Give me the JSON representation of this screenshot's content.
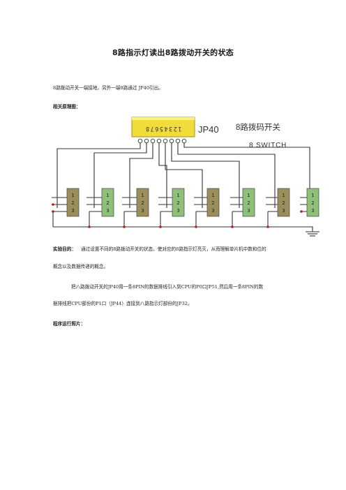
{
  "document": {
    "title": "8路指示灯读出8路拨动开关的状态",
    "intro": "8路拨动开关一端接地，另外一端8路通过 JP40引出。",
    "schematic_heading": "相关原理图：",
    "schematic": {
      "connector_label": "JP40",
      "connector_pins": "12345678",
      "switch_title": "8路拨码开关",
      "switch_subtitle": "8 SWITCH",
      "switch_pin_labels": [
        "1",
        "2",
        "3"
      ]
    },
    "purpose_label": "实验目的：",
    "purpose_text_line1": "通过设置不同的8路拨动开关的状态，使对应的8路指示灯亮灭，从而理解单片机中数和位的",
    "purpose_text_line2": "概念以及数据传递的概念。",
    "wiring_line1": "把八路拨动开关的JP40用一条8PIN的数据排线引入到CPU的P0口JP51,然后用一条8PIN的数",
    "wiring_line2": "据排线把CPU部份的P1口（JP44）连接到八路指示灯部份的JP32。",
    "photos_heading": "程序运行照片："
  }
}
